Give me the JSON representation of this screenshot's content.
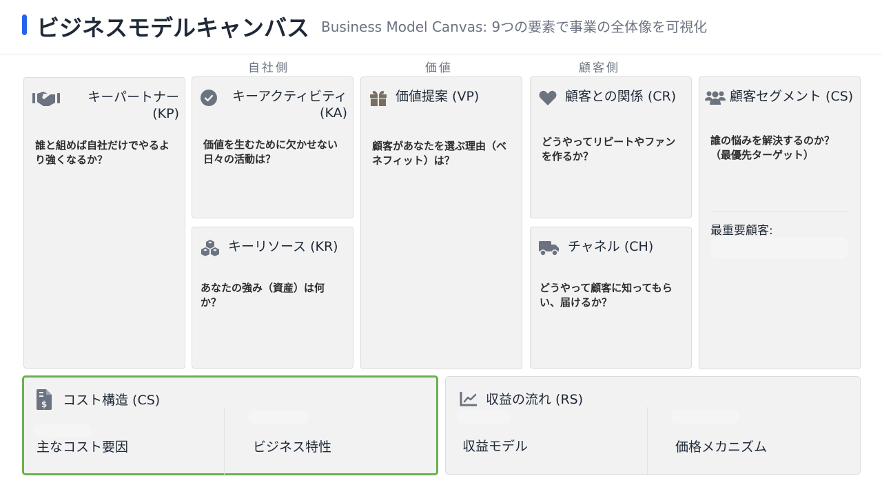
{
  "header": {
    "title": "ビジネスモデルキャンバス",
    "subtitle": "Business Model Canvas: 9つの要素で事業の全体像を可視化",
    "accent_color": "#2563eb"
  },
  "groups": {
    "self": "自社側",
    "value": "価値",
    "customer": "顧客側"
  },
  "blocks": {
    "kp": {
      "icon": "handshake-icon",
      "title": "キーパートナー (KP)",
      "question": "誰と組めば自社だけでやるより強くなるか？"
    },
    "ka": {
      "icon": "check-circle-icon",
      "title": "キーアクティビティ (KA)",
      "question": "価値を生むために欠かせない日々の活動は？"
    },
    "kr": {
      "icon": "cubes-icon",
      "title": "キーリソース (KR)",
      "question": "あなたの強み（資産）は何か？"
    },
    "vp": {
      "icon": "gift-icon",
      "title": "価値提案 (VP)",
      "question": "顧客があなたを選ぶ理由（ベネフィット）は？"
    },
    "cr": {
      "icon": "heart-icon",
      "title": "顧客との関係 (CR)",
      "question": "どうやってリピートやファンを作るか？"
    },
    "ch": {
      "icon": "truck-icon",
      "title": "チャネル (CH)",
      "question": "どうやって顧客に知ってもらい、届けるか？"
    },
    "cs": {
      "icon": "users-icon",
      "title": "顧客セグメント (CS)",
      "question": "誰の悩みを解決するのか？（最優先ターゲット）",
      "sub_label": "最重要顧客:"
    }
  },
  "cost": {
    "icon": "invoice-dollar-icon",
    "title": "コスト構造 (CS)",
    "columns": [
      "主なコスト要因",
      "ビジネス特性"
    ],
    "selected_border_color": "#6ab04c"
  },
  "revenue": {
    "icon": "chart-line-icon",
    "title": "収益の流れ (RS)",
    "columns": [
      "収益モデル",
      "価格メカニズム"
    ]
  }
}
